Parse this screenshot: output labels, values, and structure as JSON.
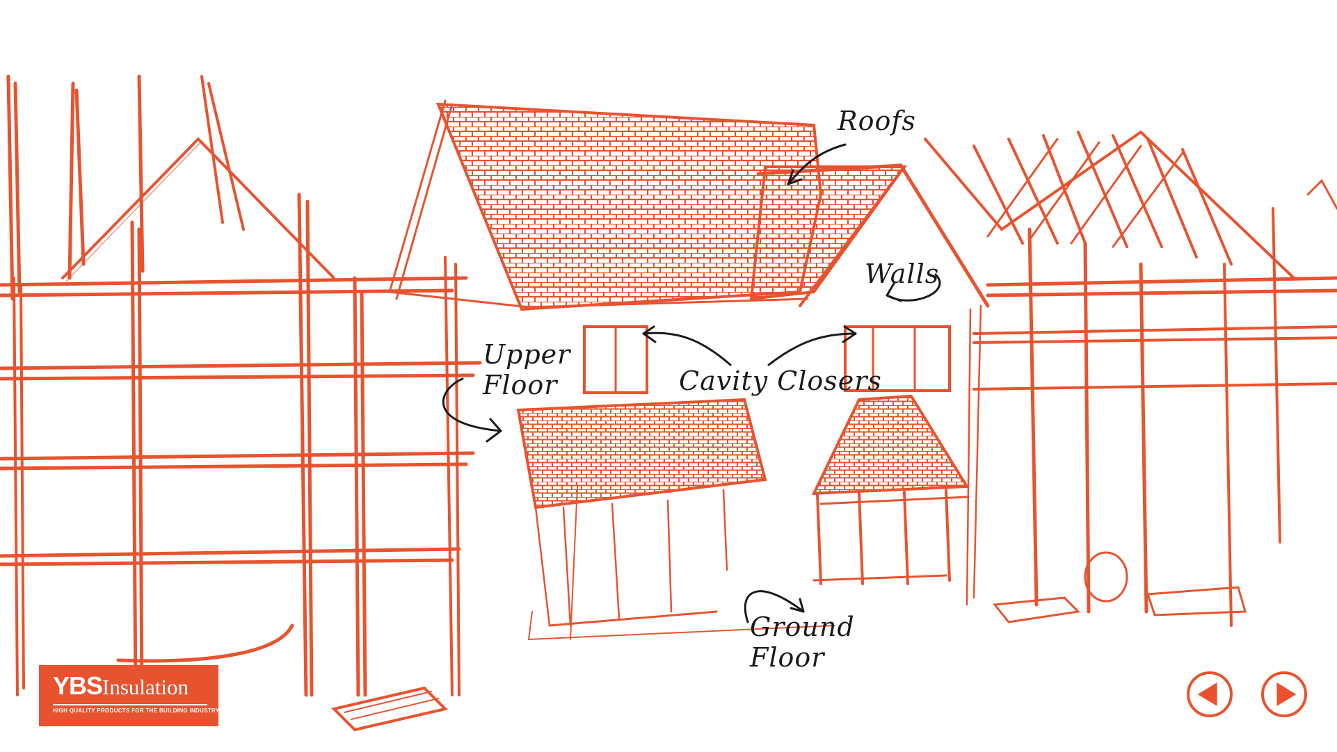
{
  "labels": {
    "roofs": "Roofs",
    "walls": "Walls",
    "upper_floor_line1": "Upper",
    "upper_floor_line2": "Floor",
    "cavity_closers": "Cavity Closers",
    "ground_floor_line1": "Ground",
    "ground_floor_line2": "Floor"
  },
  "logo": {
    "brand_bold": "YBS",
    "brand_rest": "Insulation",
    "tagline": "HIGH QUALITY PRODUCTS FOR THE BUILDING INDUSTRY"
  },
  "nav": {
    "prev_icon": "triangle-left-icon",
    "next_icon": "triangle-right-icon"
  },
  "colors": {
    "accent": "#e8532f",
    "ink": "#1a1a1a",
    "background": "#ffffff"
  }
}
